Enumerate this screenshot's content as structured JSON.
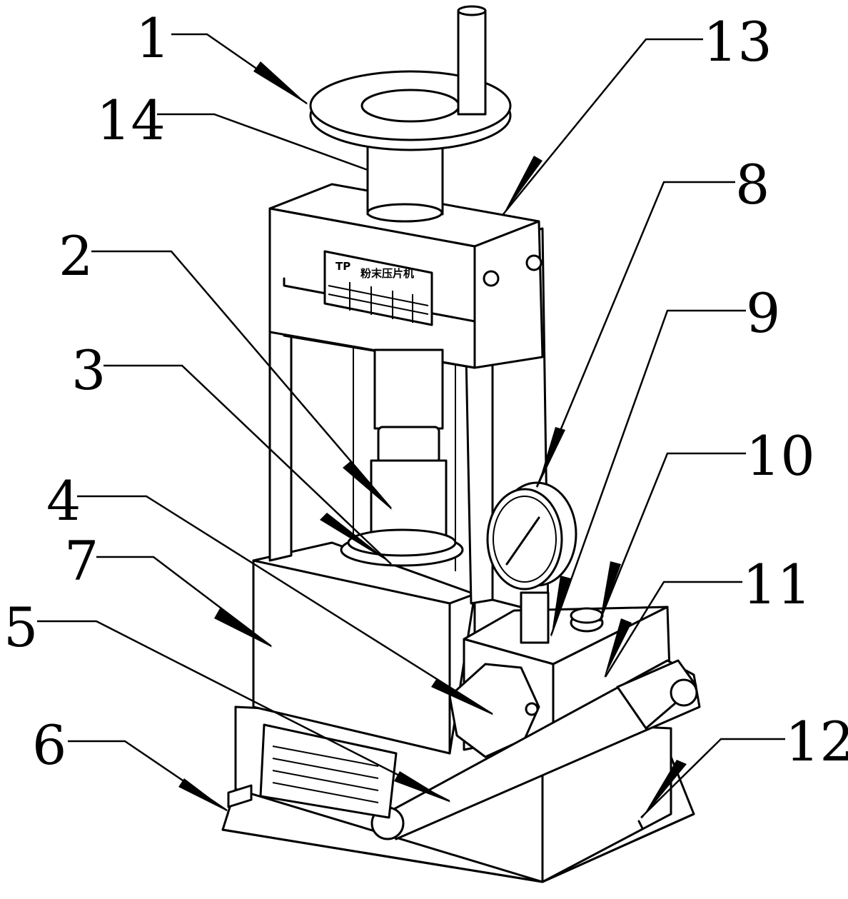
{
  "figure": {
    "nameplate": {
      "model": "TP",
      "name": "粉末压片机"
    },
    "callouts": [
      {
        "id": "1",
        "label": "1"
      },
      {
        "id": "2",
        "label": "2"
      },
      {
        "id": "3",
        "label": "3"
      },
      {
        "id": "4",
        "label": "4"
      },
      {
        "id": "5",
        "label": "5"
      },
      {
        "id": "6",
        "label": "6"
      },
      {
        "id": "7",
        "label": "7"
      },
      {
        "id": "8",
        "label": "8"
      },
      {
        "id": "9",
        "label": "9"
      },
      {
        "id": "10",
        "label": "10"
      },
      {
        "id": "11",
        "label": "11"
      },
      {
        "id": "12",
        "label": "12"
      },
      {
        "id": "13",
        "label": "13"
      },
      {
        "id": "14",
        "label": "14"
      }
    ]
  }
}
